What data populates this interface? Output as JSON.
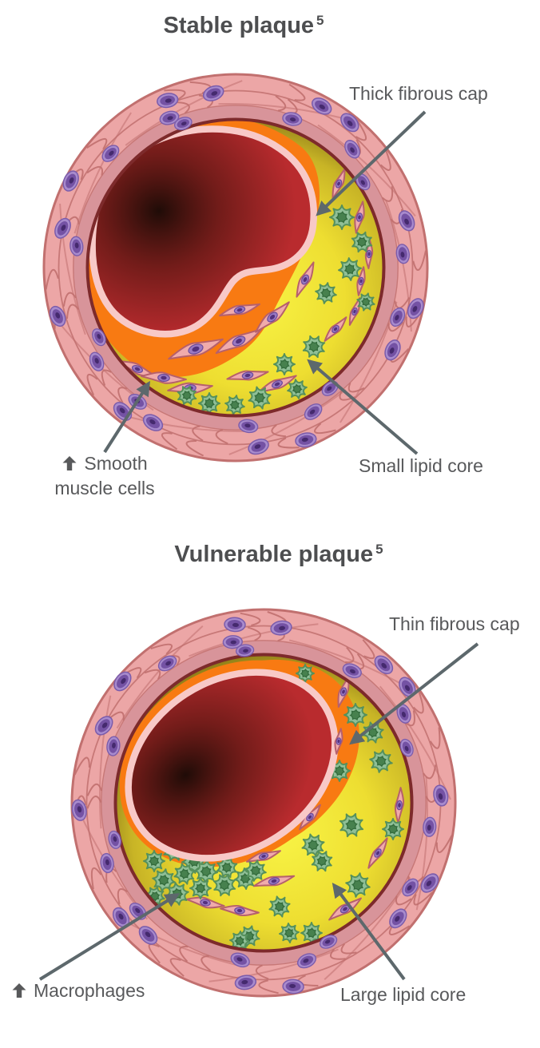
{
  "page": {
    "background": "#ffffff"
  },
  "colors": {
    "title_text": "#4d4e50",
    "label_text": "#58595b",
    "arrow": "#5d686c",
    "wall_pink": "#eca6a6",
    "wall_line": "#c1706f",
    "wall_media": "#d8949a",
    "wall_maroon": "#7d2a2b",
    "lipid_yellow_bright": "#f8f446",
    "lipid_yellow_mid": "#eede31",
    "lipid_olive": "#8e7c18",
    "cap_orange": "#f87a12",
    "intima_pink": "#f8c9c7",
    "lumen_red": "#b92b2e",
    "lumen_shadow": "#170a05",
    "nucleus_halo": "#a88bcd",
    "nucleus_body": "#7452a4",
    "nucleus_dot": "#452a6e",
    "spindle_pink": "#f0abab",
    "spindle_edge": "#b6606c",
    "macrophage_green": "#8fbf97",
    "macrophage_edge": "#55905c",
    "macrophage_core": "#47814e"
  },
  "sections": [
    {
      "id": "stable",
      "title": "Stable plaque",
      "sup": "5",
      "labels": [
        {
          "id": "thick-fibrous-cap",
          "text": "Thick fibrous cap"
        },
        {
          "id": "smooth-muscle-cells",
          "icon": "up-arrow",
          "text_lines": [
            "Smooth",
            "muscle cells"
          ]
        },
        {
          "id": "small-lipid-core",
          "text": "Small lipid core"
        }
      ]
    },
    {
      "id": "vulnerable",
      "title": "Vulnerable plaque",
      "sup": "5",
      "labels": [
        {
          "id": "thin-fibrous-cap",
          "text": "Thin fibrous cap"
        },
        {
          "id": "macrophages",
          "icon": "up-arrow",
          "text": "Macrophages"
        },
        {
          "id": "large-lipid-core",
          "text": "Large lipid core"
        }
      ]
    }
  ]
}
